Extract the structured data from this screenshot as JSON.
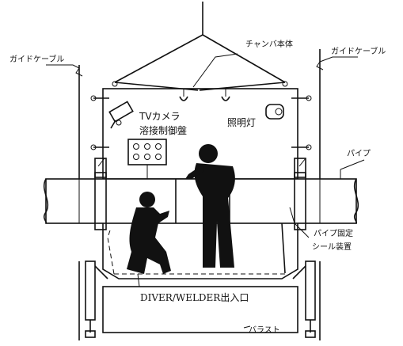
{
  "labels": {
    "chamber_body": "チャンバ本体",
    "guide_cable_left": "ガイドケーブル",
    "guide_cable_right": "ガイドケーブル",
    "tv_camera": "TVカメラ",
    "welding_panel": "溶接制御盤",
    "lighting": "照明灯",
    "pipe": "パイプ",
    "pipe_seal_line1": "パイプ固定",
    "pipe_seal_line2": "シール装置",
    "entrance": "DIVER/WELDER出入口",
    "ballast": "バラスト"
  }
}
